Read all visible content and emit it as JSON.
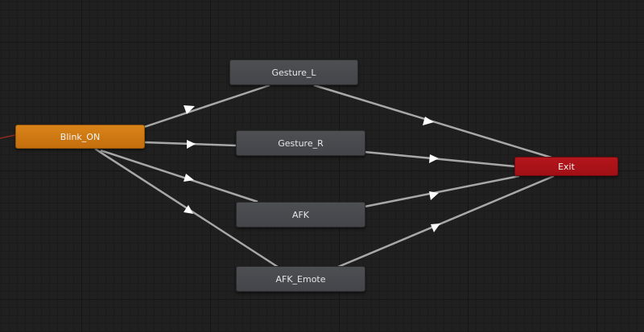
{
  "graph": {
    "states": {
      "blink_on": "Blink_ON",
      "gesture_l": "Gesture_L",
      "gesture_r": "Gesture_R",
      "afk": "AFK",
      "afk_emote": "AFK_Emote",
      "exit": "Exit"
    }
  },
  "colors": {
    "background": "#202020",
    "state_node": "#47494d",
    "default_state": "#d07a14",
    "exit_state": "#a81318",
    "transition": "#a8a8a8",
    "entry_line": "#8b2a20"
  }
}
